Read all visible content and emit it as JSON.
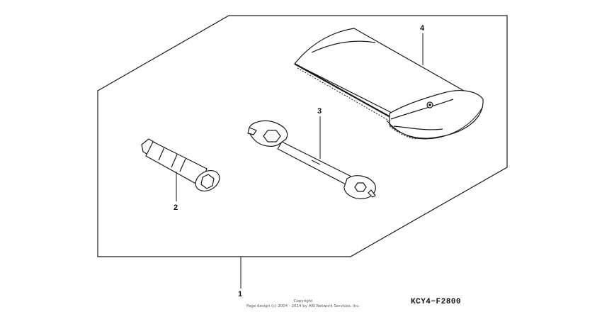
{
  "callouts": {
    "kit": "1",
    "spark_plug_wrench": "2",
    "open_end_wrench": "3",
    "tool_bag": "4"
  },
  "diagram_code": "KCY4−F2800",
  "copyright": {
    "line1": "Copyright",
    "line2": "Page design (c) 2004 - 2014 by ARI Network Services, Inc."
  }
}
